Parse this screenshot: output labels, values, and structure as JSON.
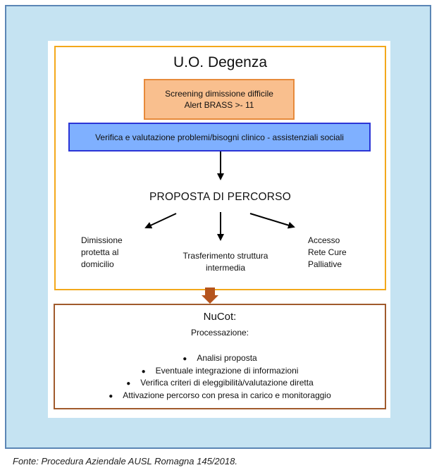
{
  "diagram": {
    "title": "U.O. Degenza",
    "screening": {
      "line1": "Screening dimissione difficile",
      "line2": "Alert BRASS >- 11"
    },
    "verifica": "Verifica e valutazione problemi/bisogni clinico - assistenziali sociali",
    "proposta": "PROPOSTA DI PERCORSO",
    "options": {
      "left": [
        "Dimissione",
        "protetta al",
        "domicilio"
      ],
      "center": [
        "Trasferimento struttura",
        "intermedia"
      ],
      "right": [
        "Accesso",
        "Rete Cure",
        "Palliative"
      ]
    },
    "nucot": {
      "title": "NuCot:",
      "subtitle": "Processazione:",
      "items": [
        "Analisi proposta",
        "Eventuale integrazione di informazioni",
        "Verifica criteri di eleggibilità/valutazione diretta",
        "Attivazione percorso con presa in carico e monitoraggio"
      ],
      "bullet": "●"
    }
  },
  "caption": "Fonte: Procedura Aziendale AUSL Romagna 145/2018.",
  "colors": {
    "outer_bg": "#c5e3f2",
    "degenza_border": "#f3a81b",
    "screening_fill": "#f9bf8e",
    "verifica_fill": "#7fb0ff",
    "verifica_border": "#2b35d6",
    "nucot_border": "#a05a2c",
    "down_arrow": "#b5541d"
  }
}
